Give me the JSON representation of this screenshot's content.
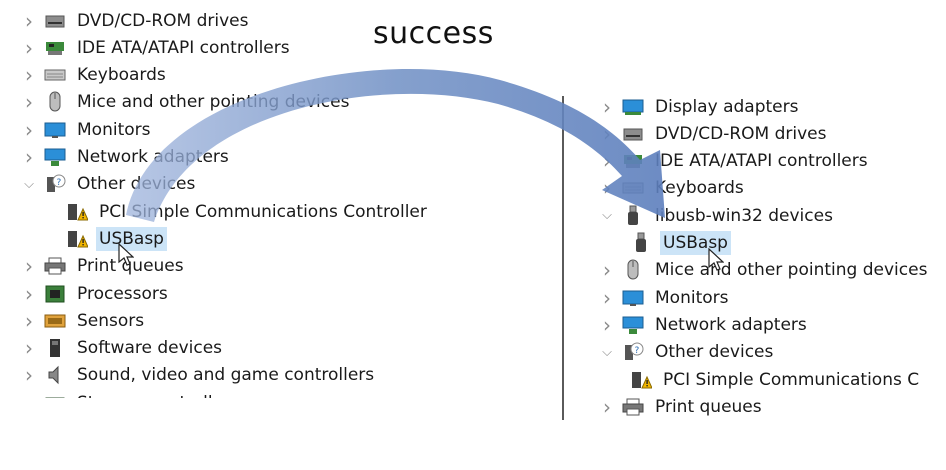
{
  "caption": "success",
  "left_tree": {
    "items": [
      {
        "label": "DVD/CD-ROM drives",
        "icon": "dvd-drive-icon",
        "expander": "collapsed",
        "indent": 0
      },
      {
        "label": "IDE ATA/ATAPI controllers",
        "icon": "ide-controller-icon",
        "expander": "collapsed",
        "indent": 0
      },
      {
        "label": "Keyboards",
        "icon": "keyboard-icon",
        "expander": "collapsed",
        "indent": 0
      },
      {
        "label": "Mice and other pointing devices",
        "icon": "mouse-icon",
        "expander": "collapsed",
        "indent": 0
      },
      {
        "label": "Monitors",
        "icon": "monitor-icon",
        "expander": "collapsed",
        "indent": 0
      },
      {
        "label": "Network adapters",
        "icon": "network-adapter-icon",
        "expander": "collapsed",
        "indent": 0
      },
      {
        "label": "Other devices",
        "icon": "unknown-device-icon",
        "expander": "expanded",
        "indent": 0
      },
      {
        "label": "PCI Simple Communications Controller",
        "icon": "warning-device-icon",
        "expander": "none",
        "indent": 1
      },
      {
        "label": "USBasp",
        "icon": "warning-device-icon",
        "expander": "none",
        "indent": 1,
        "selected": true
      },
      {
        "label": "Print queues",
        "icon": "printer-icon",
        "expander": "collapsed",
        "indent": 0
      },
      {
        "label": "Processors",
        "icon": "processor-icon",
        "expander": "collapsed",
        "indent": 0
      },
      {
        "label": "Sensors",
        "icon": "sensor-icon",
        "expander": "collapsed",
        "indent": 0
      },
      {
        "label": "Software devices",
        "icon": "software-device-icon",
        "expander": "collapsed",
        "indent": 0
      },
      {
        "label": "Sound, video and game controllers",
        "icon": "speaker-icon",
        "expander": "collapsed",
        "indent": 0
      },
      {
        "label": "Storage controllers",
        "icon": "storage-controller-icon",
        "expander": "collapsed",
        "indent": 0
      }
    ]
  },
  "right_tree": {
    "items": [
      {
        "label": "Display adapters",
        "icon": "display-adapter-icon",
        "expander": "collapsed",
        "indent": 0
      },
      {
        "label": "DVD/CD-ROM drives",
        "icon": "dvd-drive-icon",
        "expander": "collapsed",
        "indent": 0
      },
      {
        "label": "IDE ATA/ATAPI controllers",
        "icon": "ide-controller-icon",
        "expander": "collapsed",
        "indent": 0
      },
      {
        "label": "Keyboards",
        "icon": "keyboard-icon",
        "expander": "collapsed",
        "indent": 0
      },
      {
        "label": "libusb-win32 devices",
        "icon": "usb-device-icon",
        "expander": "expanded",
        "indent": 0
      },
      {
        "label": "USBasp",
        "icon": "usb-device-icon",
        "expander": "none",
        "indent": 1,
        "selected": true
      },
      {
        "label": "Mice and other pointing devices",
        "icon": "mouse-icon",
        "expander": "collapsed",
        "indent": 0
      },
      {
        "label": "Monitors",
        "icon": "monitor-icon",
        "expander": "collapsed",
        "indent": 0
      },
      {
        "label": "Network adapters",
        "icon": "network-adapter-icon",
        "expander": "collapsed",
        "indent": 0
      },
      {
        "label": "Other devices",
        "icon": "unknown-device-icon",
        "expander": "expanded",
        "indent": 0
      },
      {
        "label": "PCI Simple Communications C",
        "icon": "warning-device-icon",
        "expander": "none",
        "indent": 1
      },
      {
        "label": "Print queues",
        "icon": "printer-icon",
        "expander": "collapsed",
        "indent": 0
      }
    ]
  },
  "colors": {
    "selection": "#cce4f7",
    "arrow": "#6f8fc4",
    "chevron": "#8a8a8a"
  }
}
